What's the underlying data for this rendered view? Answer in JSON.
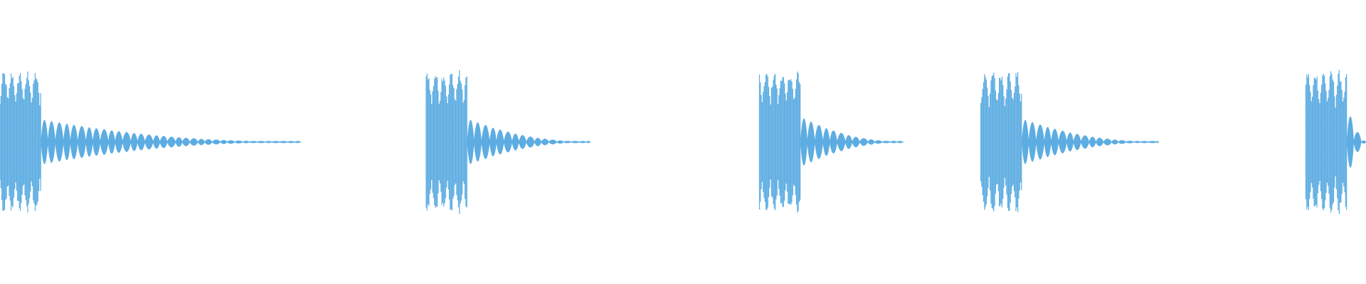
{
  "waveform": {
    "color": "#5dade2",
    "background": "#ffffff",
    "bursts": [
      {
        "start": 0.0,
        "tail": 0.22,
        "early_tail_level": 0.3
      },
      {
        "start": 0.312,
        "tail": 0.12,
        "early_tail_level": 0.3
      },
      {
        "start": 0.556,
        "tail": 0.105,
        "early_tail_level": 0.32
      },
      {
        "start": 0.718,
        "tail": 0.13,
        "early_tail_level": 0.3
      },
      {
        "start": 0.956,
        "tail": 0.044,
        "early_tail_level": 0.35
      }
    ]
  }
}
